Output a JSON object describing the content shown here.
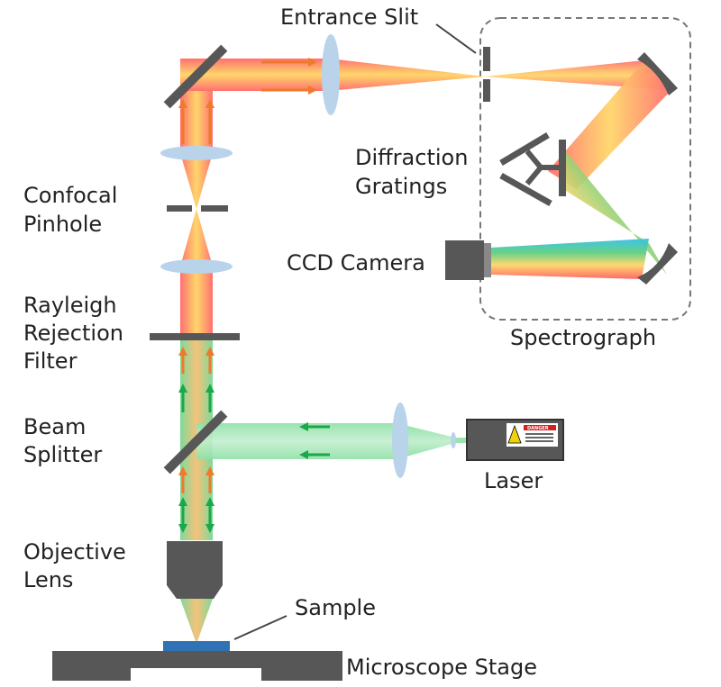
{
  "title": "Confocal Raman Microscope Schematic",
  "labels": {
    "entrance_slit": "Entrance Slit",
    "diffraction_line1": "Diffraction",
    "diffraction_line2": "Gratings",
    "ccd_camera": "CCD Camera",
    "spectrograph": "Spectrograph",
    "confocal_line1": "Confocal",
    "confocal_line2": "Pinhole",
    "rayleigh_line1": "Rayleigh",
    "rayleigh_line2": "Rejection",
    "rayleigh_line3": "Filter",
    "beam_line1": "Beam",
    "beam_line2": "Splitter",
    "laser": "Laser",
    "objective_line1": "Objective",
    "objective_line2": "Lens",
    "sample": "Sample",
    "stage": "Microscope Stage",
    "danger": "DANGER"
  },
  "colors": {
    "component": "#575757",
    "lens": "#b8d3ea",
    "laser_beam": "#5fcf7f",
    "raman_red": "#ff6f6f",
    "raman_yellow": "#ffd66a",
    "arrow_orange": "#ef7a2a",
    "arrow_green": "#1aa84a",
    "sample": "#2f73b5",
    "dashed_box": "#777777"
  }
}
